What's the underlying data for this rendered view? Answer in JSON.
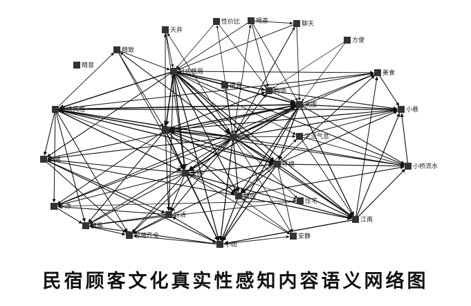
{
  "caption": "民宿顾客文化真实性感知内容语义网络图",
  "colors": {
    "node": "#333333",
    "edge": "#111111",
    "background": "#ffffff",
    "text": "#111111"
  },
  "nodes": [
    {
      "id": "tianjing",
      "label": "天井"
    },
    {
      "id": "xingjiabi",
      "label": "性价比"
    },
    {
      "id": "hecha",
      "label": "喝茶"
    },
    {
      "id": "liaotian",
      "label": "聊天"
    },
    {
      "id": "fangbian",
      "label": "方便"
    },
    {
      "id": "jingzhi",
      "label": "精致"
    },
    {
      "id": "jingyin",
      "label": "精音"
    },
    {
      "id": "jiushi",
      "label": "旧式格局"
    },
    {
      "id": "jieyin",
      "label": "接音"
    },
    {
      "id": "gouzao",
      "label": "构造"
    },
    {
      "id": "meishi",
      "label": "美食"
    },
    {
      "id": "zhuangxiu",
      "label": "装修风格"
    },
    {
      "id": "fenwei",
      "label": "氛围"
    },
    {
      "id": "xiaoxiang",
      "label": "小巷"
    },
    {
      "id": "fangzi",
      "label": "房子"
    },
    {
      "id": "minsu",
      "label": "民宿"
    },
    {
      "id": "shenghuo",
      "label": "生活气息"
    },
    {
      "id": "xiaoqiao",
      "label": "小桥流水"
    },
    {
      "id": "buzhi",
      "label": "布置"
    },
    {
      "id": "huanjing",
      "label": "环境"
    },
    {
      "id": "meili",
      "label": "美丽"
    },
    {
      "id": "ganjing",
      "label": "干净"
    },
    {
      "id": "tese",
      "label": "特色"
    },
    {
      "id": "zhuzhai",
      "label": "住宅"
    },
    {
      "id": "haohuo",
      "label": "好活"
    },
    {
      "id": "jiangnan",
      "label": "江南"
    },
    {
      "id": "jingya",
      "label": "精雅"
    },
    {
      "id": "sheshi",
      "label": "设施齐全"
    },
    {
      "id": "anjing",
      "label": "安静"
    },
    {
      "id": "xiaojie",
      "label": "小街"
    }
  ],
  "edges": [
    [
      "jiushi",
      "minsu"
    ],
    [
      "jiushi",
      "fenwei"
    ],
    [
      "jiushi",
      "huanjing"
    ],
    [
      "jiushi",
      "meishi"
    ],
    [
      "jiushi",
      "fangzi"
    ],
    [
      "jiushi",
      "zhuangxiu"
    ],
    [
      "jiushi",
      "tese"
    ],
    [
      "jiushi",
      "jiangnan"
    ],
    [
      "jiushi",
      "xiaojie"
    ],
    [
      "jiushi",
      "buzhi"
    ],
    [
      "jiushi",
      "meili"
    ],
    [
      "jiushi",
      "gouzao"
    ],
    [
      "jiushi",
      "haohuo"
    ],
    [
      "jiushi",
      "xiaoqiao"
    ],
    [
      "jiushi",
      "shenghuo"
    ],
    [
      "minsu",
      "fenwei"
    ],
    [
      "minsu",
      "fangzi"
    ],
    [
      "minsu",
      "zhuangxiu"
    ],
    [
      "minsu",
      "huanjing"
    ],
    [
      "minsu",
      "tese"
    ],
    [
      "minsu",
      "meili"
    ],
    [
      "minsu",
      "jiangnan"
    ],
    [
      "minsu",
      "xiaoqiao"
    ],
    [
      "minsu",
      "xiaoxiang"
    ],
    [
      "minsu",
      "buzhi"
    ],
    [
      "minsu",
      "gouzao"
    ],
    [
      "minsu",
      "shenghuo"
    ],
    [
      "minsu",
      "meishi"
    ],
    [
      "minsu",
      "xiaojie"
    ],
    [
      "minsu",
      "ganjing"
    ],
    [
      "minsu",
      "haohuo"
    ],
    [
      "minsu",
      "sheshi"
    ],
    [
      "minsu",
      "jingya"
    ],
    [
      "minsu",
      "anjing"
    ],
    [
      "minsu",
      "xingjiabi"
    ],
    [
      "minsu",
      "hecha"
    ],
    [
      "minsu",
      "liaotian"
    ],
    [
      "minsu",
      "tianjing"
    ],
    [
      "minsu",
      "jingzhi"
    ],
    [
      "minsu",
      "zhuzhai"
    ],
    [
      "fenwei",
      "fangzi"
    ],
    [
      "fenwei",
      "huanjing"
    ],
    [
      "fenwei",
      "xiaoqiao"
    ],
    [
      "fenwei",
      "tese"
    ],
    [
      "fenwei",
      "meishi"
    ],
    [
      "fenwei",
      "xiaoxiang"
    ],
    [
      "fenwei",
      "jiangnan"
    ],
    [
      "fenwei",
      "zhuangxiu"
    ],
    [
      "fenwei",
      "meili"
    ],
    [
      "fenwei",
      "buzhi"
    ],
    [
      "fenwei",
      "xiaojie"
    ],
    [
      "fenwei",
      "ganjing"
    ],
    [
      "fangzi",
      "zhuangxiu"
    ],
    [
      "fangzi",
      "huanjing"
    ],
    [
      "fangzi",
      "meili"
    ],
    [
      "fangzi",
      "jiangnan"
    ],
    [
      "fangzi",
      "haohuo"
    ],
    [
      "fangzi",
      "xiaojie"
    ],
    [
      "fangzi",
      "tese"
    ],
    [
      "fangzi",
      "ganjing"
    ],
    [
      "fangzi",
      "jingya"
    ],
    [
      "fangzi",
      "xiaoxiang"
    ],
    [
      "fangzi",
      "tianjing"
    ],
    [
      "fangzi",
      "xiaoqiao"
    ],
    [
      "fangzi",
      "gouzao"
    ],
    [
      "zhuangxiu",
      "meili"
    ],
    [
      "zhuangxiu",
      "huanjing"
    ],
    [
      "zhuangxiu",
      "fenwei"
    ],
    [
      "zhuangxiu",
      "jingya"
    ],
    [
      "zhuangxiu",
      "ganjing"
    ],
    [
      "zhuangxiu",
      "buzhi"
    ],
    [
      "zhuangxiu",
      "meishi"
    ],
    [
      "zhuangxiu",
      "xiaoxiang"
    ],
    [
      "zhuangxiu",
      "sheshi"
    ],
    [
      "zhuangxiu",
      "jingzhi"
    ],
    [
      "zhuangxiu",
      "zhuzhai"
    ],
    [
      "meili",
      "tese"
    ],
    [
      "meili",
      "jiangnan"
    ],
    [
      "meili",
      "buzhi"
    ],
    [
      "meili",
      "haohuo"
    ],
    [
      "meili",
      "sheshi"
    ],
    [
      "meili",
      "xiaojie"
    ],
    [
      "meili",
      "jingya"
    ],
    [
      "meili",
      "ganjing"
    ],
    [
      "meili",
      "huanjing"
    ],
    [
      "meili",
      "anjing"
    ],
    [
      "huanjing",
      "tese"
    ],
    [
      "huanjing",
      "jiangnan"
    ],
    [
      "huanjing",
      "xiaojie"
    ],
    [
      "huanjing",
      "xiaoqiao"
    ],
    [
      "huanjing",
      "meishi"
    ],
    [
      "huanjing",
      "xiaoxiang"
    ],
    [
      "huanjing",
      "anjing"
    ],
    [
      "huanjing",
      "sheshi"
    ],
    [
      "tese",
      "jiangnan"
    ],
    [
      "tese",
      "xiaoqiao"
    ],
    [
      "tese",
      "xiaojie"
    ],
    [
      "tese",
      "buzhi"
    ],
    [
      "tese",
      "shenghuo"
    ],
    [
      "jiangnan",
      "xiaoqiao"
    ],
    [
      "jiangnan",
      "xiaoxiang"
    ],
    [
      "jiangnan",
      "meishi"
    ],
    [
      "jiangnan",
      "xiaojie"
    ],
    [
      "shenghuo",
      "xiaoqiao"
    ],
    [
      "shenghuo",
      "xiaoxiang"
    ],
    [
      "shenghuo",
      "jiangnan"
    ],
    [
      "gouzao",
      "meishi"
    ],
    [
      "gouzao",
      "fenwei"
    ],
    [
      "gouzao",
      "xiaoxiang"
    ],
    [
      "gouzao",
      "jiushi"
    ],
    [
      "buzhi",
      "haohuo"
    ],
    [
      "buzhi",
      "sheshi"
    ],
    [
      "buzhi",
      "xiaojie"
    ],
    [
      "xiaojie",
      "sheshi"
    ],
    [
      "xiaojie",
      "jingya"
    ],
    [
      "xiaojie",
      "anjing"
    ],
    [
      "xiaojie",
      "haohuo"
    ],
    [
      "haohuo",
      "sheshi"
    ],
    [
      "haohuo",
      "jingya"
    ],
    [
      "haohuo",
      "ganjing"
    ],
    [
      "jingya",
      "sheshi"
    ],
    [
      "ganjing",
      "jingya"
    ],
    [
      "ganjing",
      "zhuzhai"
    ],
    [
      "zhuzhai",
      "jingya"
    ],
    [
      "jieyin",
      "jiushi"
    ],
    [
      "jieyin",
      "minsu"
    ],
    [
      "jingzhi",
      "jiushi"
    ],
    [
      "jingzhi",
      "minsu"
    ],
    [
      "jingzhi",
      "meili"
    ],
    [
      "jingzhi",
      "fangzi"
    ],
    [
      "tianjing",
      "jiushi"
    ],
    [
      "tianjing",
      "fangzi"
    ],
    [
      "tianjing",
      "meili"
    ],
    [
      "xingjiabi",
      "jiushi"
    ],
    [
      "xingjiabi",
      "gouzao"
    ],
    [
      "hecha",
      "liaotian"
    ],
    [
      "hecha",
      "jiushi"
    ],
    [
      "hecha",
      "fenwei"
    ],
    [
      "hecha",
      "gouzao"
    ],
    [
      "liaotian",
      "jiushi"
    ],
    [
      "liaotian",
      "fenwei"
    ],
    [
      "liaotian",
      "minsu"
    ],
    [
      "fangbian",
      "gouzao"
    ],
    [
      "fangbian",
      "fenwei"
    ],
    [
      "meishi",
      "xiaoxiang"
    ],
    [
      "xiaoqiao",
      "xiaoxiang"
    ],
    [
      "anjing",
      "tese"
    ]
  ]
}
